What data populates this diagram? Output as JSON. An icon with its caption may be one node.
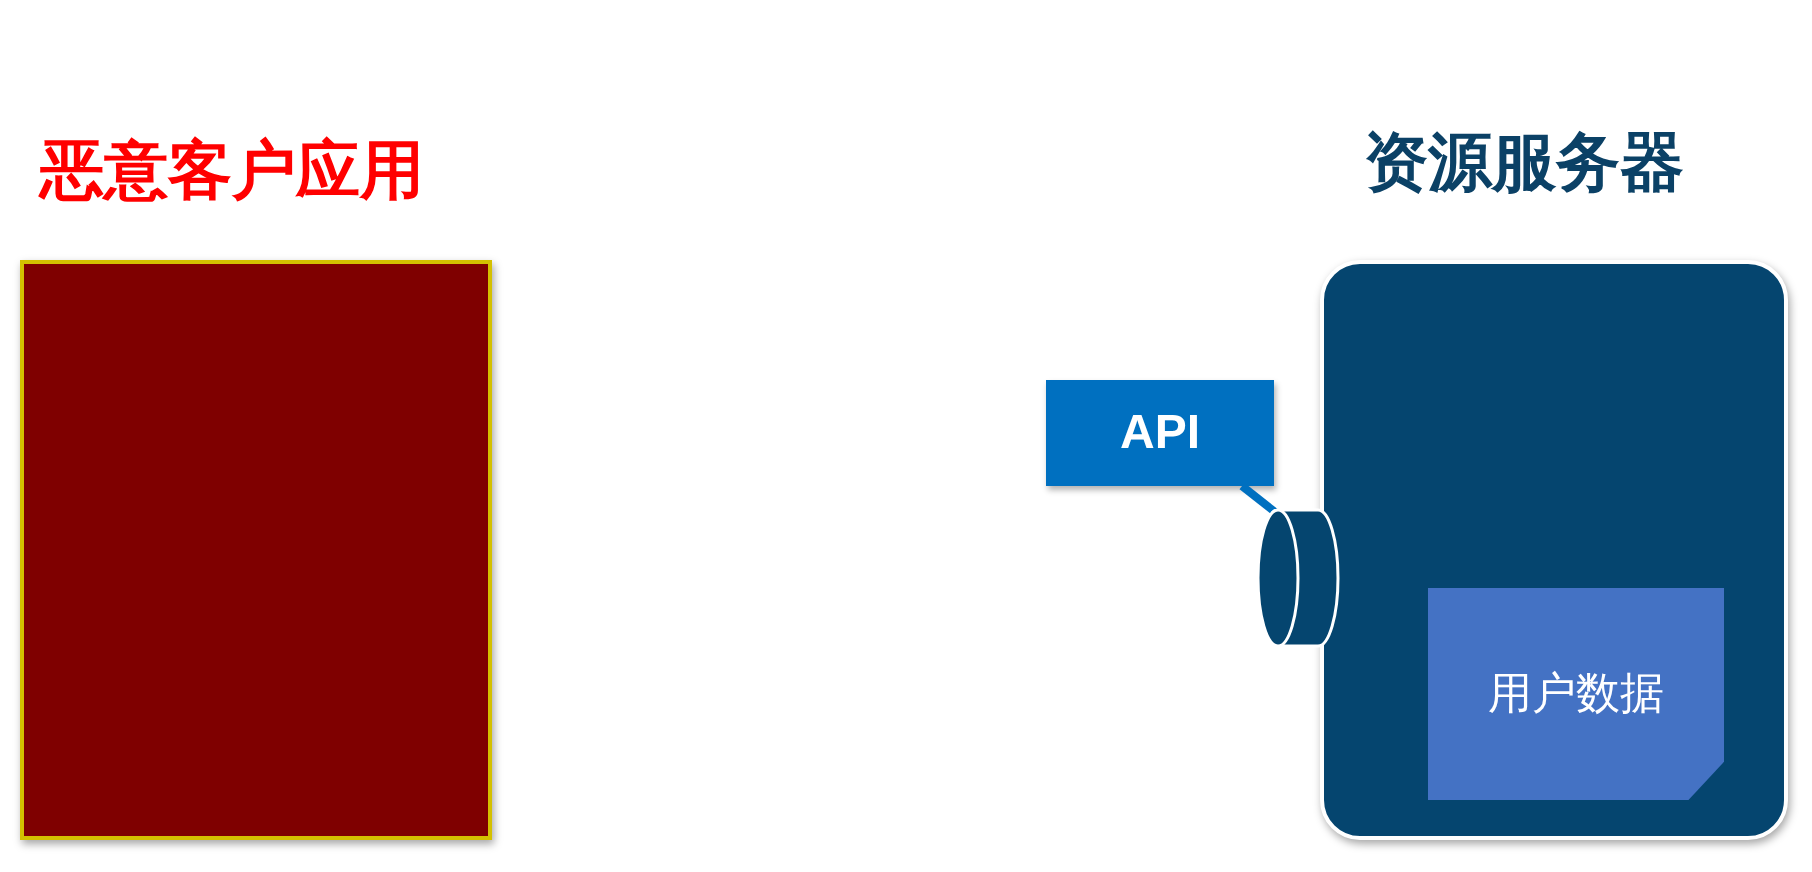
{
  "diagram": {
    "nodes": [
      {
        "text": [
          "恶意客户应用"
        ]
      },
      {
        "text": [
          "资源服务器"
        ]
      },
      {
        "text": [
          "API"
        ]
      },
      {
        "text": [],
        "shape": "cylinder"
      },
      {
        "text": [
          "用户数据"
        ],
        "in": 1
      }
    ],
    "edges": [
      {
        "from": 2,
        "to": 3,
        "arrow": "none"
      }
    ]
  }
}
